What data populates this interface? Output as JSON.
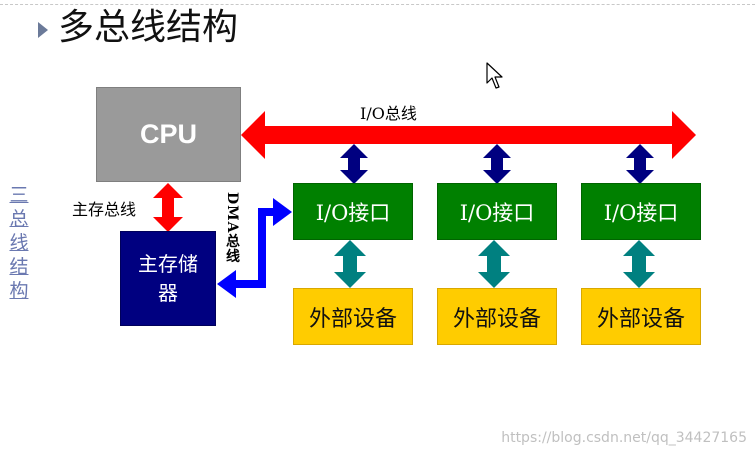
{
  "title": "多总线结构",
  "side_link": "三总线结构",
  "cpu_label": "CPU",
  "memory_label": "主存储器",
  "io_bus_label": "I/O总线",
  "memory_bus_label": "主存总线",
  "dma_bus_label": "DMA总线",
  "interfaces": [
    "I/O接口",
    "I/O接口",
    "I/O接口"
  ],
  "devices": [
    "外部设备",
    "外部设备",
    "外部设备"
  ],
  "watermark": "https://blog.csdn.net/qq_34427165",
  "colors": {
    "io_bus": "#ff0000",
    "cpu": "#9a9a9a",
    "memory": "#000080",
    "interface": "#008000",
    "device": "#ffcc00",
    "dma_bus": "#0000ff",
    "bus_to_interface_arrow": "#000080",
    "interface_to_device_arrow": "#008080"
  },
  "icons": [
    "title-bullet-icon",
    "mouse-cursor-icon"
  ]
}
